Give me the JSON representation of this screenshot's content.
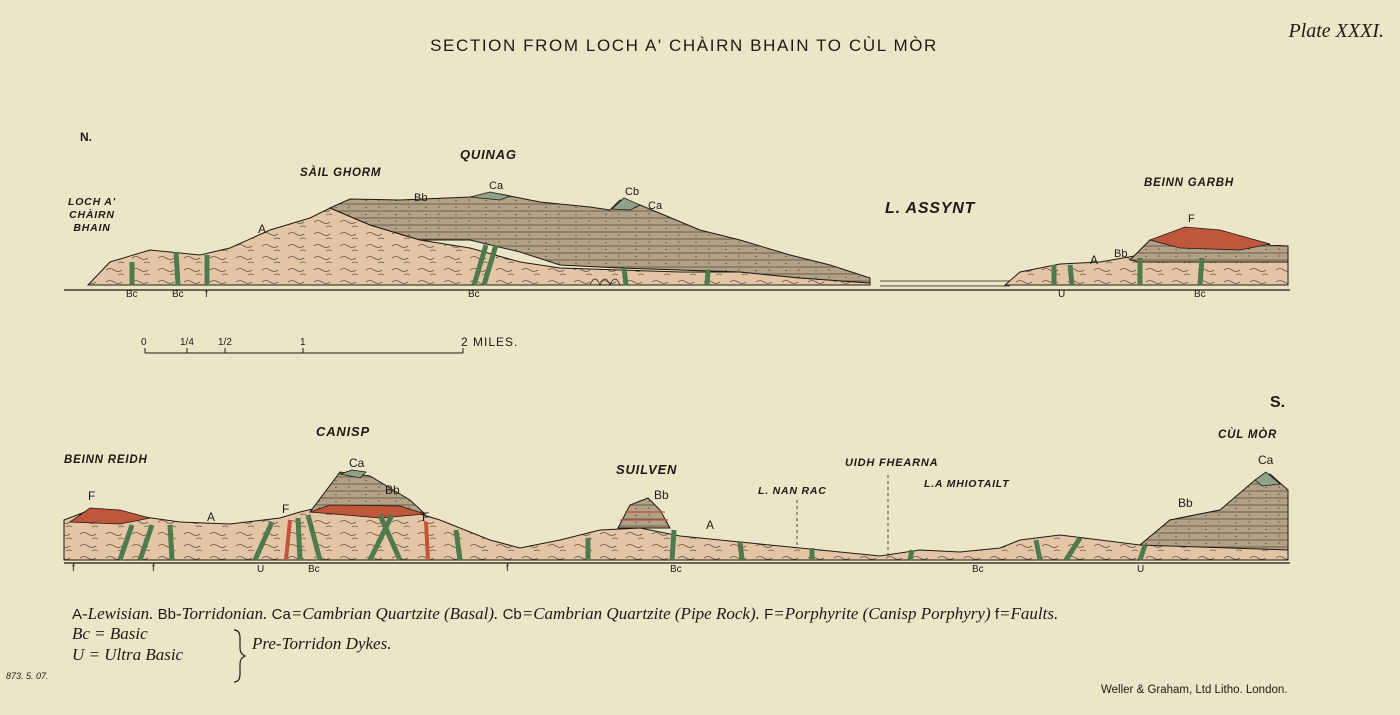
{
  "title": "SECTION FROM LOCH A' CHÀIRN BHAIN TO CÙL MÒR",
  "plate": "Plate XXXI.",
  "north": "N.",
  "south": "S.",
  "upper_section": {
    "loch_a_chairn": [
      "LOCH A'",
      "CHÀIRN",
      "BHAIN"
    ],
    "sail_ghorm": "SÀIL GHORM",
    "quinag": "QUINAG",
    "l_assynt": "L. ASSYNT",
    "beinn_garbh": "BEINN GARBH",
    "rock_labels": {
      "a1": "A",
      "bb1": "Bb",
      "ca1": "Ca",
      "cb1": "Cb",
      "ca2": "Ca",
      "a2": "A",
      "bb2": "Bb",
      "f1": "F"
    },
    "bottom_labels": {
      "bc1": "Bc",
      "bc2": "Bc",
      "f1": "f",
      "bc3": "Bc",
      "u1": "U",
      "bc4": "Bc"
    }
  },
  "scale": {
    "ticks": [
      "0",
      "1/4",
      "1/2",
      "1"
    ],
    "end_label": "2 MILES."
  },
  "lower_section": {
    "beinn_reidh": "BEINN REIDH",
    "canisp": "CANISP",
    "suilven": "SUILVEN",
    "l_nan_rac": "L. NAN RAC",
    "uidh_fhearna": "UIDH FHEARNA",
    "l_a_mhiotailt": "L.A MHIOTAILT",
    "cul_mor": "CÙL MÒR",
    "rock_labels": {
      "f1": "F",
      "ca1": "Ca",
      "bb1": "Bb",
      "f2": "F",
      "f3": "F",
      "a1": "A",
      "bb2": "Bb",
      "a2": "A",
      "bb3": "Bb",
      "ca2": "Ca"
    },
    "bottom_labels": {
      "f1": "f",
      "f2": "f",
      "u1": "U",
      "bc1": "Bc",
      "f3": "f",
      "bc2": "Bc",
      "bc3": "Bc",
      "u2": "U"
    }
  },
  "legend": {
    "a_code": "A",
    "a_text": "-Lewisian.",
    "bb_code": "Bb",
    "bb_text": "-Torridonian.",
    "ca_code": "Ca",
    "ca_text": "=Cambrian Quartzite (Basal).",
    "cb_code": "Cb",
    "cb_text": "=Cambrian Quartzite (Pipe Rock).",
    "f_code": "F",
    "f_text": "=Porphyrite (Canisp Porphyry)",
    "ff_code": "f",
    "ff_text": "=Faults.",
    "bc_line": "Bc = Basic",
    "u_line": "U = Ultra Basic",
    "dykes": "Pre-Torridon Dykes."
  },
  "ref": "873. 5. 07.",
  "printer": "Weller & Graham, Ltd Litho. London.",
  "colors": {
    "paper": "#ece6c9",
    "lewisian": "#e4c6a6",
    "torridonian": "#b2a186",
    "quartzite": "#8fa288",
    "porphyrite": "#c0563a",
    "dyke": "#4f7a4c",
    "ink": "#1d1a16"
  }
}
